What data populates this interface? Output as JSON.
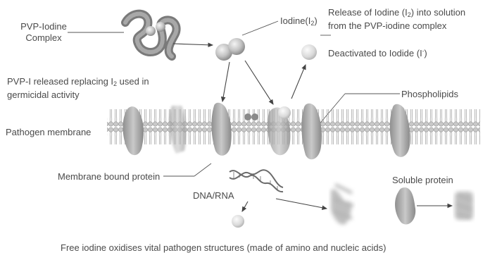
{
  "labels": {
    "pvp_complex_line1": "PVP-Iodine",
    "pvp_complex_line2": "Complex",
    "iodine_prefix": "Iodine(I",
    "iodine_sub": "2",
    "iodine_suffix": ")",
    "release_line1_prefix": "Release of  Iodine (I",
    "release_line1_sub": "2",
    "release_line1_suffix": ") into solution",
    "release_line2": "from the PVP-iodine complex",
    "deactivated_prefix": "Deactivated to Iodide (I",
    "deactivated_sup": "-",
    "deactivated_suffix": ")",
    "pvpi_line1_prefix": "PVP-I released replacing I",
    "pvpi_line1_sub": "2",
    "pvpi_line1_suffix": " used in",
    "pvpi_line2": "germicidal activity",
    "phospholipids": "Phospholipids",
    "pathogen_membrane": "Pathogen membrane",
    "membrane_protein": "Membrane bound protein",
    "dna_rna": "DNA/RNA",
    "soluble_protein": "Soluble protein",
    "caption": "Free iodine oxidises vital pathogen structures (made of amino and nucleic acids)"
  },
  "colors": {
    "text": "#4a4a4a",
    "membrane_head": "#bdbdbd",
    "protein": "#a6a6a6",
    "line": "#555555"
  }
}
